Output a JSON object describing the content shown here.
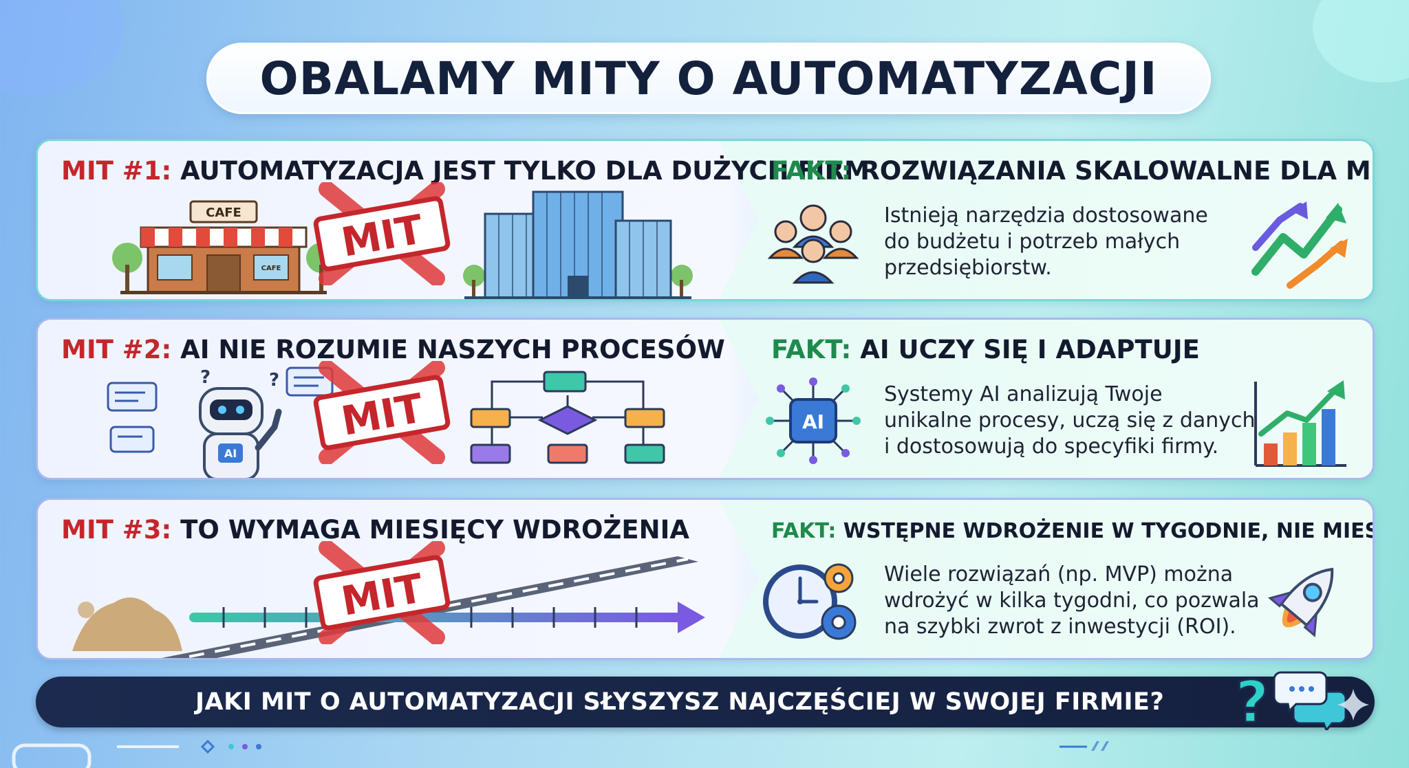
{
  "title": "OBALAMY MITY O AUTOMATYZACJI",
  "stamp_label": "MIT",
  "myths": [
    {
      "myth_tag": "MIT #1:",
      "myth_text": "AUTOMATYZACJA JEST TYLKO DLA DUŻYCH FIRM",
      "cafe_sign": "CAFE",
      "cafe_window": "CAFE",
      "fact_tag": "FAKT:",
      "fact_title": "ROZWIĄZANIA SKALOWALNE DLA MŚP",
      "fact_lines": [
        "Istnieją narzędzia dostosowane",
        "do budżetu i potrzeb małych",
        "przedsiębiorstw."
      ],
      "fact_icon": "team-icon",
      "side_icon": "growth-arrows-icon"
    },
    {
      "myth_tag": "MIT #2:",
      "myth_text": "AI NIE ROZUMIE NASZYCH PROCESÓW",
      "robot_badge": "AI",
      "fact_tag": "FAKT:",
      "fact_title": "AI UCZY SIĘ I ADAPTUJE",
      "fact_lines": [
        "Systemy AI analizują Twoje",
        "unikalne procesy, uczą się z danych",
        "i dostosowują do specyfiki firmy."
      ],
      "fact_icon": "ai-chip-icon",
      "fact_icon_label": "AI",
      "side_icon": "bar-chart-growth-icon"
    },
    {
      "myth_tag": "MIT #3:",
      "myth_text": "TO WYMAGA MIESIĘCY WDROŻENIA",
      "fact_tag": "FAKT:",
      "fact_title": "WSTĘPNE WDROŻENIE W TYGODNIE, NIE MIESIĄCE",
      "fact_lines": [
        "Wiele rozwiązań (np. MVP) można",
        "wdrożyć w kilka tygodni, co pozwala",
        "na szybki zwrot z inwestycji (ROI)."
      ],
      "fact_icon": "clock-gears-icon",
      "side_icon": "rocket-icon"
    }
  ],
  "bottom_question": "JAKI MIT O AUTOMATYZACJI SŁYSZYSZ NAJCZĘŚCIEJ W SWOJEJ FIRMIE?",
  "bottom_icons": [
    "question-mark-icon",
    "chat-bubbles-icon",
    "sparkle-icon"
  ],
  "colors": {
    "myth": "#c5262b",
    "fact": "#1e8a4c",
    "dark": "#141a2e",
    "bar": "#1b2a4e"
  }
}
